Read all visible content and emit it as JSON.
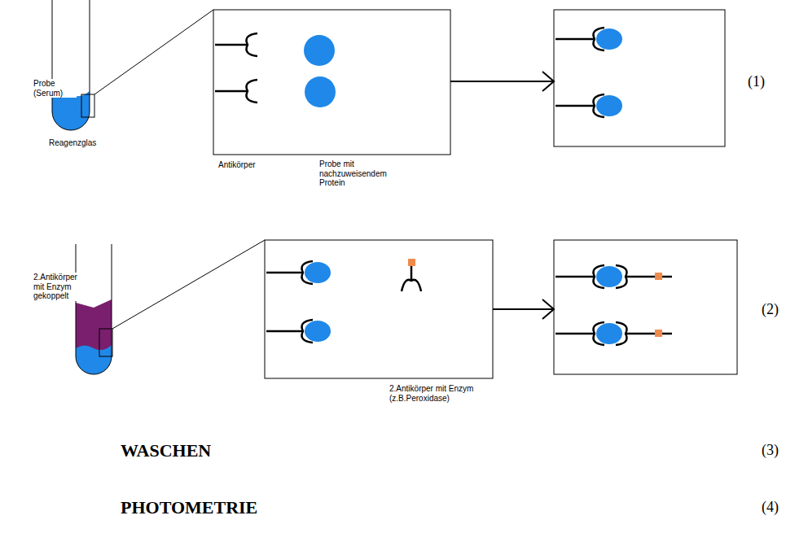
{
  "diagram": {
    "labels": [
      "Probe (Serum)",
      "Antikörper",
      "Probe mit nachzuweisendem Protein",
      "Reagenzglas",
      "(1)",
      "2.Antikörper mit Enzym gekoppelt",
      "2.Antikörper mit Enzym (z.B.Peroxidase)",
      "(2)",
      "WASCHEN",
      "(3)",
      "PHOTOMETRIE",
      "(4)"
    ]
  }
}
